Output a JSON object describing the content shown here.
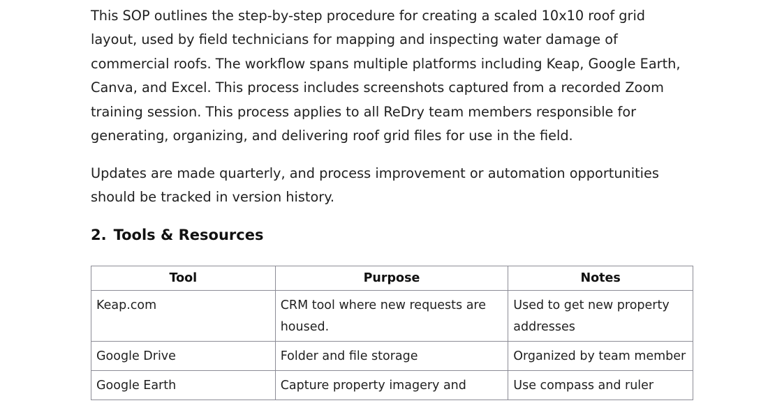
{
  "intro": {
    "paragraph1": "This SOP outlines the step-by-step procedure for creating a scaled 10x10 roof grid layout, used by field technicians for mapping and inspecting water damage of commercial roofs. The workflow spans multiple platforms including Keap, Google Earth, Canva, and Excel. This process includes screenshots captured from a recorded Zoom training session. This process applies to all ReDry team members responsible for generating, organizing, and delivering roof grid files for use in the field.",
    "paragraph2": "Updates are made quarterly, and process improvement or automation opportunities should be tracked in version history."
  },
  "section2": {
    "number": "2.",
    "title": "Tools & Resources"
  },
  "tools_table": {
    "headers": [
      "Tool",
      "Purpose",
      "Notes"
    ],
    "rows": [
      [
        "Keap.com",
        "CRM tool where new requests are housed.",
        "Used to get new property addresses"
      ],
      [
        "Google Drive",
        "Folder and file storage",
        "Organized by team member"
      ],
      [
        "Google Earth",
        "Capture property imagery and",
        "Use compass and ruler"
      ]
    ]
  }
}
